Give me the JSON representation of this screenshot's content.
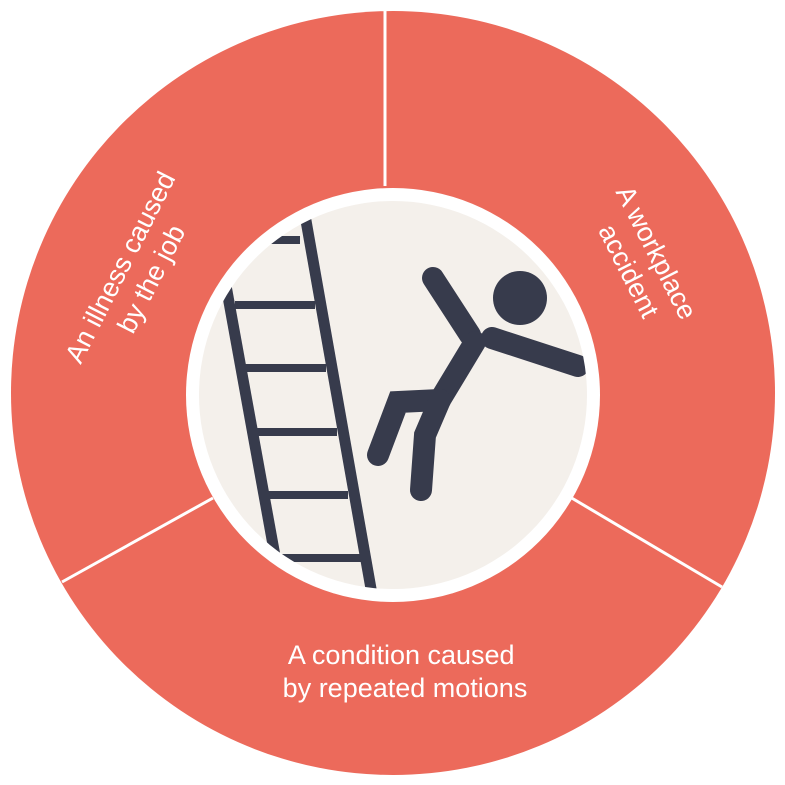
{
  "segments": [
    {
      "id": "illness",
      "line1": "An illness caused",
      "line2": "by the job"
    },
    {
      "id": "accident",
      "line1": "A workplace",
      "line2": "accident"
    },
    {
      "id": "condition",
      "line1": "A condition caused",
      "line2": "by repeated motions"
    }
  ],
  "center_icon": "falling-from-ladder-icon",
  "colors": {
    "segment": "#EC6A5B",
    "divider": "#ffffff",
    "center_fill": "#F4F0EB",
    "icon": "#373B4C"
  }
}
